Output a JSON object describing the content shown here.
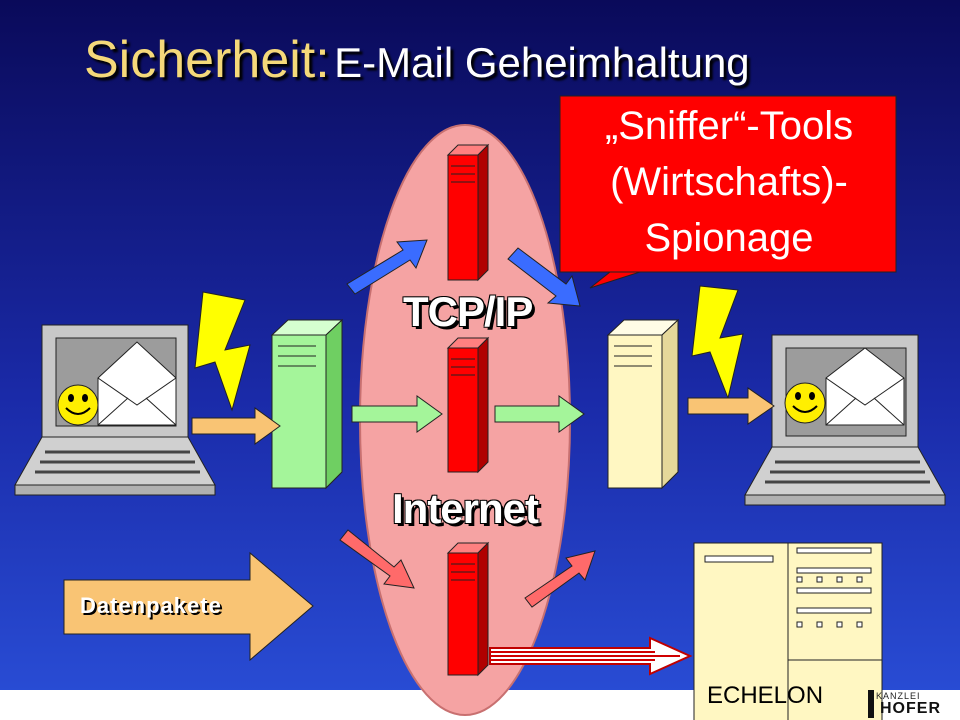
{
  "title": {
    "main": "Sicherheit:",
    "sub": "E-Mail Geheimhaltung"
  },
  "network_labels": {
    "protocol": "TCP/IP",
    "network": "Internet"
  },
  "callout": {
    "lines": [
      "„Sniffer“-Tools",
      "(Wirtschafts)-",
      "Spionage"
    ]
  },
  "datenpakete_label": "Datenpakete",
  "echelon_label": "ECHELON",
  "logo": {
    "top": "KANZLEI",
    "bottom": "HOFER"
  },
  "colors": {
    "server_red": "#ff0000",
    "server_green": "#a4f59a",
    "server_cream": "#fff7c2",
    "ellipse": "#f5a3a3",
    "callout": "#ff0000",
    "arrow_orange": "#f9c474",
    "arrow_blue": "#3a6cff",
    "arrow_red": "#ff6a6a",
    "lightning": "#ffff00"
  }
}
